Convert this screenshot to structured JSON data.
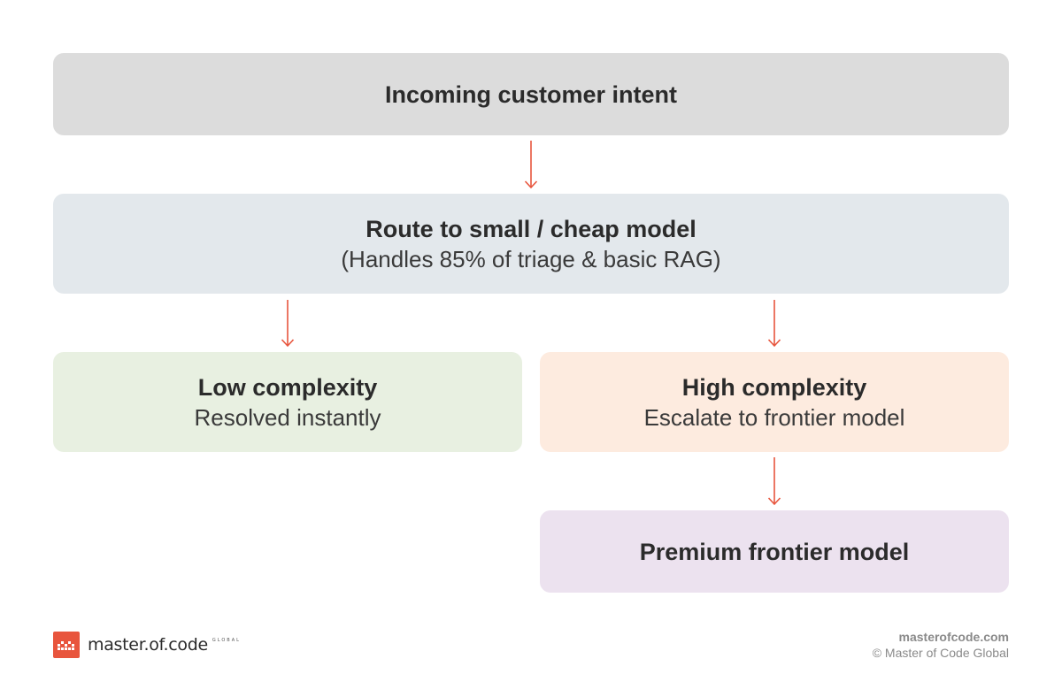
{
  "nodes": {
    "intent": {
      "title": "Incoming customer intent"
    },
    "route": {
      "title": "Route to small / cheap model",
      "subtitle": "(Handles 85% of triage & basic RAG)"
    },
    "low": {
      "title": "Low complexity",
      "subtitle": "Resolved instantly"
    },
    "high": {
      "title": "High complexity",
      "subtitle": "Escalate to frontier model"
    },
    "premium": {
      "title": "Premium frontier model"
    }
  },
  "colors": {
    "arrow": "#e8553d",
    "intent_bg": "#dcdcdc",
    "route_bg": "#e3e8ec",
    "low_bg": "#e8f0e1",
    "high_bg": "#fdebdf",
    "premium_bg": "#ece2ef",
    "brand": "#e8553d"
  },
  "footer": {
    "logo_text": "master.of.code",
    "logo_sup": "GLOBAL",
    "site": "masterofcode.com",
    "copyright": "© Master of Code Global"
  }
}
